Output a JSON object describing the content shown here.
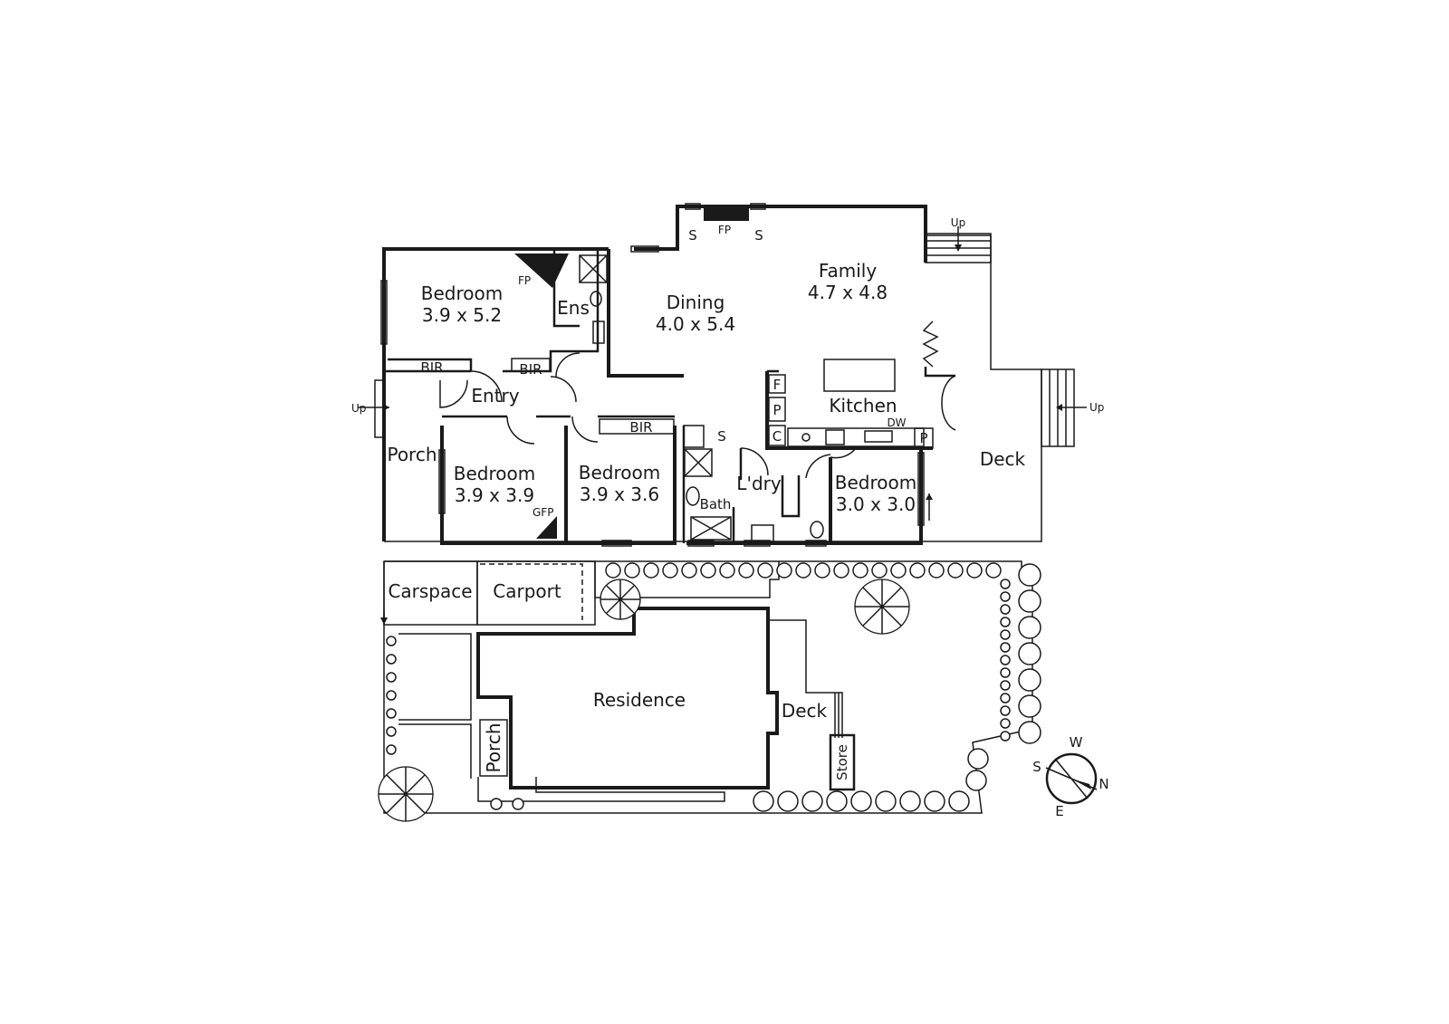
{
  "house": {
    "bedroom_main": {
      "name": "Bedroom",
      "size": "3.9 x 5.2"
    },
    "fp_main": "FP",
    "ens": "Ens",
    "bir_1": "BIR",
    "bir_2": "BIR",
    "bir_3": "BIR",
    "entry": "Entry",
    "porch": "Porch",
    "up_porch": "Up",
    "dining": {
      "name": "Dining",
      "size": "4.0 x 5.4"
    },
    "family": {
      "name": "Family",
      "size": "4.7 x 4.8"
    },
    "fp_family": "FP",
    "s_left": "S",
    "s_right": "S",
    "up_top": "Up",
    "up_right": "Up",
    "kitchen": "Kitchen",
    "f": "F",
    "p1": "P",
    "c": "C",
    "dw": "DW",
    "p2": "P",
    "deck": "Deck",
    "bedroom_2": {
      "name": "Bedroom",
      "size": "3.9 x 3.9"
    },
    "gfp": "GFP",
    "bedroom_3": {
      "name": "Bedroom",
      "size": "3.9 x 3.6"
    },
    "s_linen": "S",
    "bath": "Bath",
    "ldry": "L'dry",
    "bedroom_4": {
      "name": "Bedroom",
      "size": "3.0 x 3.0"
    }
  },
  "site": {
    "carspace": "Carspace",
    "carport": "Carport",
    "residence": "Residence",
    "porch": "Porch",
    "deck": "Deck",
    "store": "Store"
  },
  "compass": {
    "n": "N",
    "s": "S",
    "e": "E",
    "w": "W"
  }
}
